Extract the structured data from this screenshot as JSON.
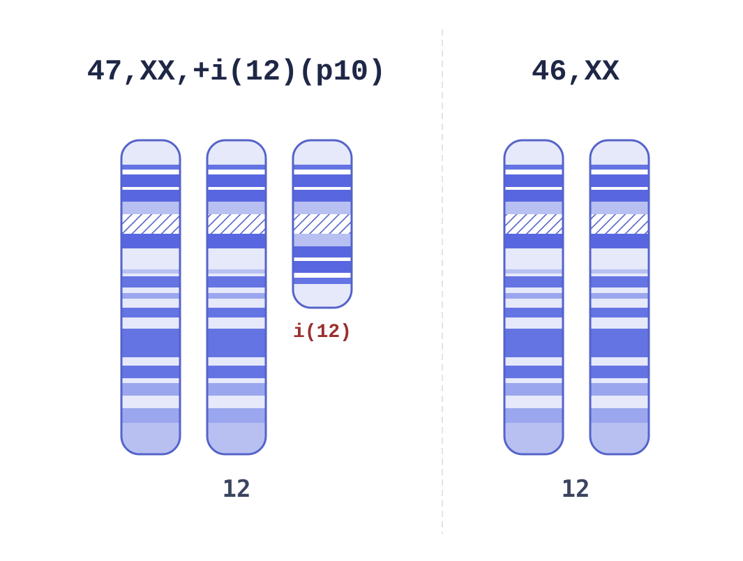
{
  "panels": [
    {
      "id": "abnormal",
      "title": "47,XX,+i(12)(p10)",
      "chromosome_label": "12",
      "chromosomes": [
        {
          "kind": "normal",
          "label": ""
        },
        {
          "kind": "normal",
          "label": ""
        },
        {
          "kind": "isochromosome",
          "label": "i(12)"
        }
      ]
    },
    {
      "id": "normal",
      "title": "46,XX",
      "chromosome_label": "12",
      "chromosomes": [
        {
          "kind": "normal",
          "label": ""
        },
        {
          "kind": "normal",
          "label": ""
        }
      ]
    }
  ],
  "colors": {
    "outline": "#5563c9",
    "pale": "#e6e9fa",
    "light": "#b8c0f2",
    "medium": "#9aa6ee",
    "dark": "#6574e3",
    "darkest": "#5867e0",
    "white": "#ffffff",
    "isochromosome_label": "#9c2f2f",
    "divider": "#e3e3e3"
  }
}
